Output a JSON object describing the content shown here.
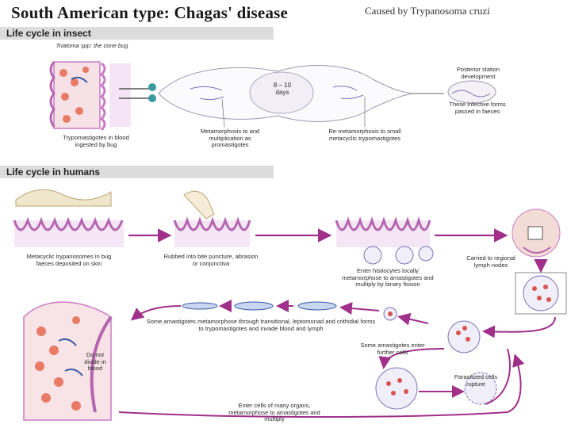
{
  "header": {
    "title": "South American type: Chagas' disease",
    "subtitle": "Caused by Trypanosoma cruzi"
  },
  "sections": {
    "insect": "Life cycle in insect",
    "humans": "Life cycle in humans"
  },
  "insect_labels": {
    "bug": "Triatoma spp: the cone bug",
    "trypo_blood": "Trypomastigotes in blood ingested by bug",
    "days": "8 – 10 days",
    "metamorphosis": "Metamorphosis to and multiplication as promastigotes",
    "remetamorphosis": "Re-metamorphosis to small metacyclic trypomastigotes",
    "posterior": "Posterior station development",
    "infective": "These infective forms passed in faeces"
  },
  "human_labels": {
    "metacyclic": "Metacyclic trypanosomes in bug faeces deposited on skin",
    "rubbed": "Rubbed into bite puncture, abrasion or conjunctiva",
    "histiocytes": "Enter histiocytes locally metamorphose to amastigotes and multiply by binary fission",
    "carried": "Carried to regional lymph nodes",
    "some_amastigotes": "Some amastigotes metamorphose through transitional, leptomonad and crithidial forms to trypomastigotes and invade blood and lymph",
    "enter_further": "Some amastigotes enter further cells",
    "parasitized": "Parasitized cells rupture",
    "do_not_divide": "Do not divide in blood",
    "enter_cells": "Enter cells of many organs, metamorphose to amastigotes and multiply"
  },
  "colors": {
    "arrow": "#a0308a",
    "tissue": "#c97bc6",
    "blood": "#d9534f",
    "cell": "#7b73b8"
  }
}
